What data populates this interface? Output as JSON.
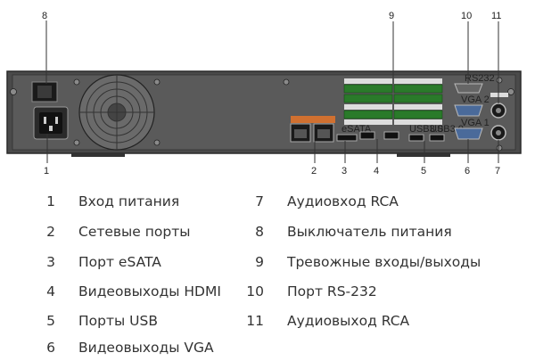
{
  "callouts": [
    "1",
    "2",
    "3",
    "4",
    "5",
    "6",
    "7",
    "8",
    "9",
    "10",
    "11"
  ],
  "panel_labels": {
    "esata": "eSATA",
    "usb_a": "USB3.0",
    "usb_b": "USB3.0",
    "rs232": "RS232",
    "vga2": "VGA 2",
    "vga1": "VGA 1"
  },
  "legend": [
    {
      "num": "1",
      "label": "Вход питания"
    },
    {
      "num": "2",
      "label": "Сетевые порты"
    },
    {
      "num": "3",
      "label": "Порт eSATA"
    },
    {
      "num": "4",
      "label": "Видеовыходы HDMI"
    },
    {
      "num": "5",
      "label": "Порты USB"
    },
    {
      "num": "6",
      "label": "Видеовыходы VGA"
    },
    {
      "num": "7",
      "label": "Аудиовход RCA"
    },
    {
      "num": "8",
      "label": "Выключатель питания"
    },
    {
      "num": "9",
      "label": "Тревожные входы/выходы"
    },
    {
      "num": "10",
      "label": "Порт RS-232"
    },
    {
      "num": "11",
      "label": "Аудиовыход RCA"
    }
  ]
}
